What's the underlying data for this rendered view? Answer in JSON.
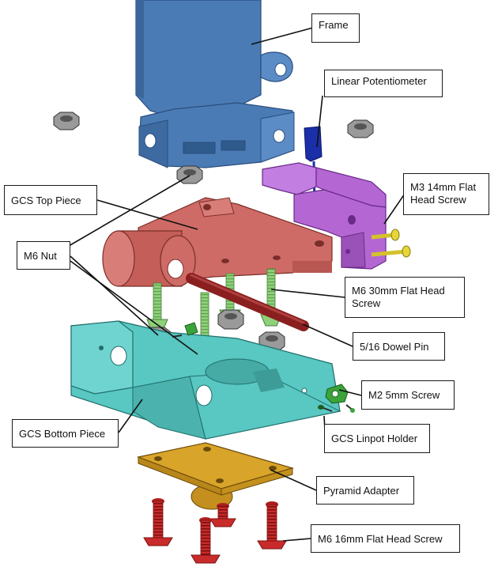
{
  "diagram": {
    "labels": {
      "frame": "Frame",
      "linear_potentiometer": "Linear Potentiometer",
      "m3_screw": "M3 14mm Flat\nHead Screw",
      "gcs_top_piece": "GCS Top Piece",
      "m6_nut": "M6 Nut",
      "m6_30mm_screw": "M6 30mm Flat Head\nScrew",
      "dowel_pin": "5/16 Dowel Pin",
      "m2_screw": "M2 5mm Screw",
      "gcs_bottom_piece": "GCS Bottom Piece",
      "gcs_linpot_holder": "GCS Linpot Holder",
      "pyramid_adapter": "Pyramid Adapter",
      "m6_16mm_screw": "M6 16mm Flat Head Screw"
    },
    "part_colors": {
      "frame": "#4a7bb5",
      "linear_potentiometer": "#1a2fa8",
      "linpot_bracket": "#b467d3",
      "m3_screw": "#d4c22a",
      "gcs_top_piece": "#cf6b66",
      "dowel_pin": "#8a1f1f",
      "m6_30mm_screw": "#8ed17a",
      "m6_nut": "#8f8f8f",
      "gcs_bottom_piece": "#59c7c2",
      "gcs_linpot_holder": "#3aa33a",
      "pyramid_adapter": "#d9a42a",
      "m6_16mm_screw": "#c92b2b"
    }
  }
}
